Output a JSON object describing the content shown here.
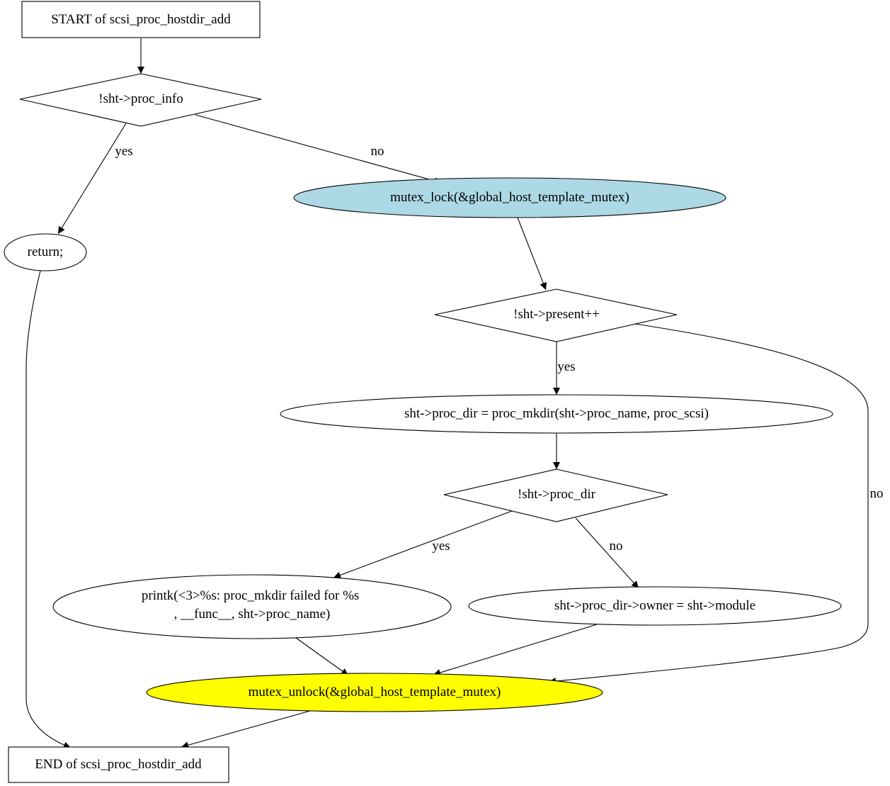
{
  "flowchart": {
    "nodes": {
      "start": {
        "text": "START of scsi_proc_hostdir_add",
        "shape": "box"
      },
      "check_proc_info": {
        "text": "!sht->proc_info",
        "shape": "diamond"
      },
      "mutex_lock": {
        "text": "mutex_lock(&global_host_template_mutex)",
        "shape": "ellipse",
        "fill": "#add8e6"
      },
      "return": {
        "text": "return;",
        "shape": "ellipse"
      },
      "check_present": {
        "text": "!sht->present++",
        "shape": "diamond"
      },
      "proc_mkdir": {
        "text": "sht->proc_dir = proc_mkdir(sht->proc_name, proc_scsi)",
        "shape": "ellipse"
      },
      "check_proc_dir": {
        "text": "!sht->proc_dir",
        "shape": "diamond"
      },
      "printk": {
        "text_lines": [
          "printk(<3>%s: proc_mkdir failed for %s",
          ", __func__, sht->proc_name)"
        ],
        "shape": "ellipse"
      },
      "set_owner": {
        "text": "sht->proc_dir->owner = sht->module",
        "shape": "ellipse"
      },
      "mutex_unlock": {
        "text": "mutex_unlock(&global_host_template_mutex)",
        "shape": "ellipse",
        "fill": "#ffff00"
      },
      "end": {
        "text": "END of scsi_proc_hostdir_add",
        "shape": "box"
      }
    },
    "edges": [
      {
        "from": "start",
        "to": "check_proc_info",
        "label": ""
      },
      {
        "from": "check_proc_info",
        "to": "return",
        "label": "yes"
      },
      {
        "from": "check_proc_info",
        "to": "mutex_lock",
        "label": "no"
      },
      {
        "from": "mutex_lock",
        "to": "check_present",
        "label": ""
      },
      {
        "from": "check_present",
        "to": "proc_mkdir",
        "label": "yes"
      },
      {
        "from": "check_present",
        "to": "mutex_unlock",
        "label": "no"
      },
      {
        "from": "proc_mkdir",
        "to": "check_proc_dir",
        "label": ""
      },
      {
        "from": "check_proc_dir",
        "to": "printk",
        "label": "yes"
      },
      {
        "from": "check_proc_dir",
        "to": "set_owner",
        "label": "no"
      },
      {
        "from": "printk",
        "to": "mutex_unlock",
        "label": ""
      },
      {
        "from": "set_owner",
        "to": "mutex_unlock",
        "label": ""
      },
      {
        "from": "mutex_unlock",
        "to": "end",
        "label": ""
      },
      {
        "from": "return",
        "to": "end",
        "label": ""
      }
    ]
  }
}
